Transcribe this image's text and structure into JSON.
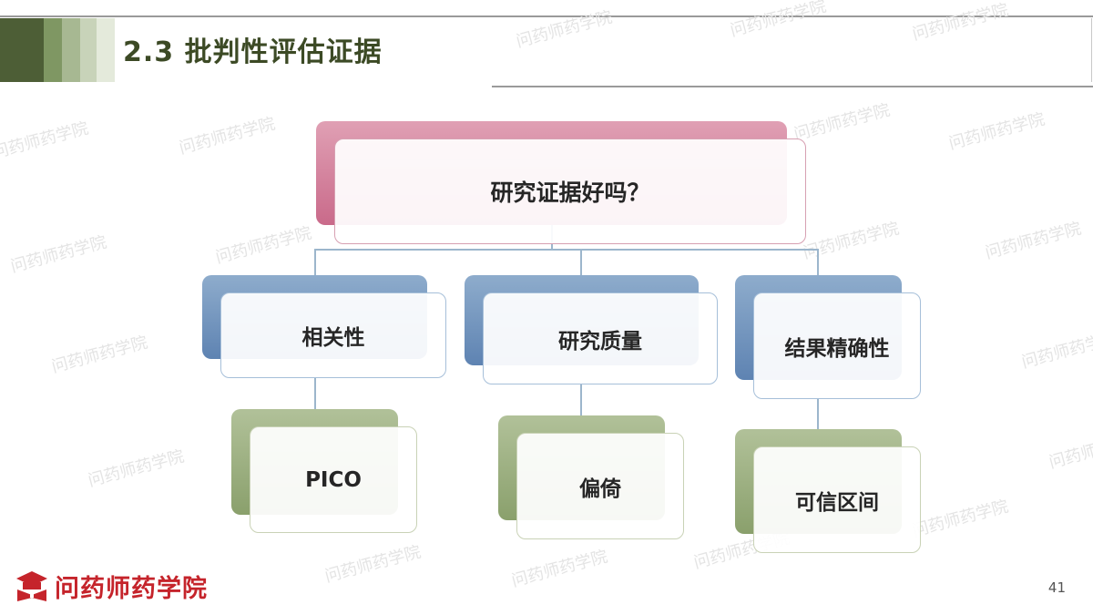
{
  "header": {
    "title": "2.3  批判性评估证据"
  },
  "watermark": "问药师药学院",
  "diagram": {
    "root": "研究证据好吗？",
    "branches": [
      {
        "label": "相关性",
        "child": "PICO"
      },
      {
        "label": "研究质量",
        "child": "偏倚"
      },
      {
        "label": "结果精确性",
        "child": "可信区间"
      }
    ]
  },
  "footer": {
    "logo_text": "问药师药学院",
    "page_number": "41"
  },
  "colors": {
    "title": "#3c4a25",
    "root_accent": "#c96a8a",
    "level2_accent": "#5e83b2",
    "level3_accent": "#8aa06c",
    "logo": "#c5242b"
  }
}
